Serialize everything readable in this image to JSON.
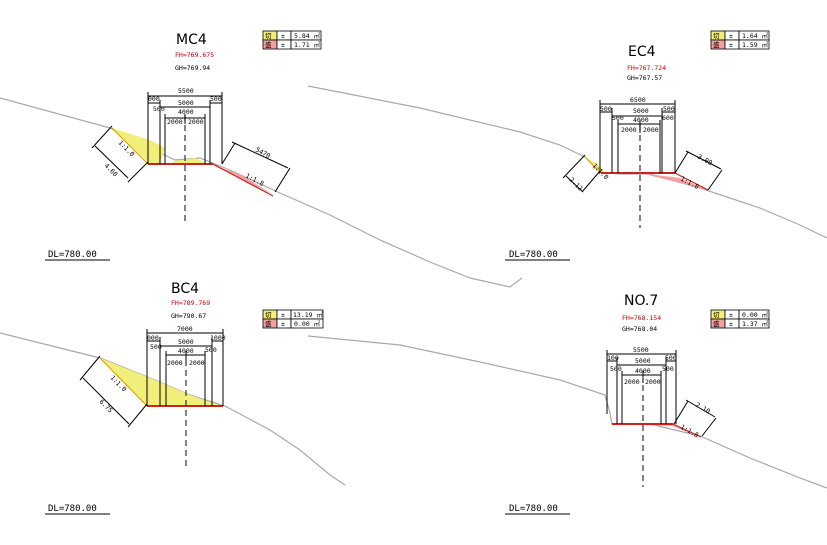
{
  "sections": [
    {
      "title": "MC4",
      "fh": "FH=769.675",
      "gh": "GH=769.94",
      "area": [
        {
          "label": "切",
          "sign": "±",
          "value": "5.84 ㎡"
        },
        {
          "label": "盛",
          "sign": "±",
          "value": "1.71 ㎡"
        }
      ],
      "dims": {
        "total": "5500",
        "left": "000",
        "right": "500",
        "road": "5000",
        "inner": "4000",
        "half_l": "2000",
        "half_r": "2000"
      },
      "slope_left": {
        "ratio": "1:1.0",
        "len": "4.60"
      },
      "slope_right": {
        "ratio": "1:1.8",
        "len": "5470"
      },
      "dl": "DL=780.00"
    },
    {
      "title": "EC4",
      "fh": "FH=767.724",
      "gh": "GH=767.57",
      "area": [
        {
          "label": "切",
          "sign": "±",
          "value": "1.64 ㎡"
        },
        {
          "label": "盛",
          "sign": "±",
          "value": "1.59 ㎡"
        }
      ],
      "dims": {
        "total": "6500",
        "left": "500",
        "right": "500",
        "road": "5000",
        "inner": "4000",
        "half_l": "2000",
        "half_r": "2000"
      },
      "slope_left": {
        "ratio": "1:1.0",
        "len": "2.12"
      },
      "slope_right": {
        "ratio": "1:1.8",
        "len": "3.00"
      },
      "dl": "DL=780.00"
    },
    {
      "title": "BC4",
      "fh": "FH=789.769",
      "gh": "GH=790.67",
      "area": [
        {
          "label": "切",
          "sign": "±",
          "value": "13.19 ㎡"
        },
        {
          "label": "盛",
          "sign": "±",
          "value": "0.00 ㎡"
        }
      ],
      "dims": {
        "total": "7000",
        "left": "000",
        "right": "1000",
        "road": "5000",
        "sub_r": "500",
        "inner": "4000",
        "half_l": "2000",
        "half_r": "2000"
      },
      "slope_left": {
        "ratio": "1:1.0",
        "len": "6.75"
      },
      "dl": "DL=780.00"
    },
    {
      "title": "NO.7",
      "fh": "FH=768.154",
      "gh": "GH=768.04",
      "area": [
        {
          "label": "切",
          "sign": "±",
          "value": "0.00 ㎡"
        },
        {
          "label": "盛",
          "sign": "±",
          "value": "1.37 ㎡"
        }
      ],
      "dims": {
        "total": "5500",
        "left": "100",
        "right": "500",
        "road": "5000",
        "sub_l": "500",
        "inner": "4000",
        "half_l": "2000",
        "half_r": "2000"
      },
      "slope_right": {
        "ratio": "1:1.8",
        "len": "2.10"
      },
      "dl": "DL=780.00"
    }
  ],
  "colors": {
    "cut": "#f2ee7a",
    "fill": "#f3a0a0",
    "ground": "#a9a9a9",
    "road": "#cc2222"
  }
}
